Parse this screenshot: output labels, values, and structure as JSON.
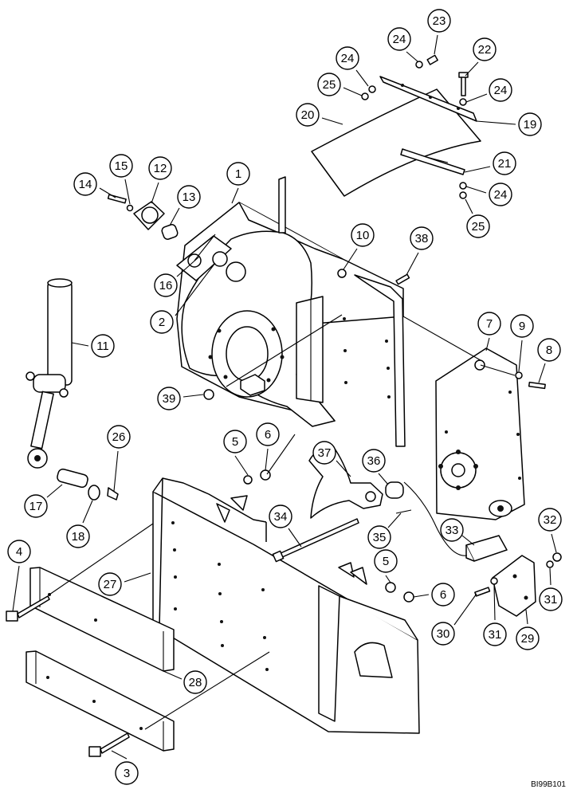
{
  "drawing_code": "BI99B101",
  "callouts": [
    {
      "id": "c1",
      "label": "1"
    },
    {
      "id": "c2",
      "label": "2"
    },
    {
      "id": "c3",
      "label": "3"
    },
    {
      "id": "c4",
      "label": "4"
    },
    {
      "id": "c5a",
      "label": "5"
    },
    {
      "id": "c5b",
      "label": "5"
    },
    {
      "id": "c6a",
      "label": "6"
    },
    {
      "id": "c6b",
      "label": "6"
    },
    {
      "id": "c7",
      "label": "7"
    },
    {
      "id": "c8",
      "label": "8"
    },
    {
      "id": "c9",
      "label": "9"
    },
    {
      "id": "c10",
      "label": "10"
    },
    {
      "id": "c11",
      "label": "11"
    },
    {
      "id": "c12",
      "label": "12"
    },
    {
      "id": "c13",
      "label": "13"
    },
    {
      "id": "c14",
      "label": "14"
    },
    {
      "id": "c15",
      "label": "15"
    },
    {
      "id": "c16",
      "label": "16"
    },
    {
      "id": "c17",
      "label": "17"
    },
    {
      "id": "c18",
      "label": "18"
    },
    {
      "id": "c19",
      "label": "19"
    },
    {
      "id": "c20",
      "label": "20"
    },
    {
      "id": "c21",
      "label": "21"
    },
    {
      "id": "c22",
      "label": "22"
    },
    {
      "id": "c23",
      "label": "23"
    },
    {
      "id": "c24a",
      "label": "24"
    },
    {
      "id": "c24b",
      "label": "24"
    },
    {
      "id": "c24c",
      "label": "24"
    },
    {
      "id": "c24d",
      "label": "24"
    },
    {
      "id": "c25a",
      "label": "25"
    },
    {
      "id": "c25b",
      "label": "25"
    },
    {
      "id": "c26",
      "label": "26"
    },
    {
      "id": "c27",
      "label": "27"
    },
    {
      "id": "c28",
      "label": "28"
    },
    {
      "id": "c29",
      "label": "29"
    },
    {
      "id": "c30",
      "label": "30"
    },
    {
      "id": "c31a",
      "label": "31"
    },
    {
      "id": "c31b",
      "label": "31"
    },
    {
      "id": "c32",
      "label": "32"
    },
    {
      "id": "c33",
      "label": "33"
    },
    {
      "id": "c34",
      "label": "34"
    },
    {
      "id": "c35",
      "label": "35"
    },
    {
      "id": "c36",
      "label": "36"
    },
    {
      "id": "c37",
      "label": "37"
    },
    {
      "id": "c38",
      "label": "38"
    },
    {
      "id": "c39",
      "label": "39"
    }
  ]
}
